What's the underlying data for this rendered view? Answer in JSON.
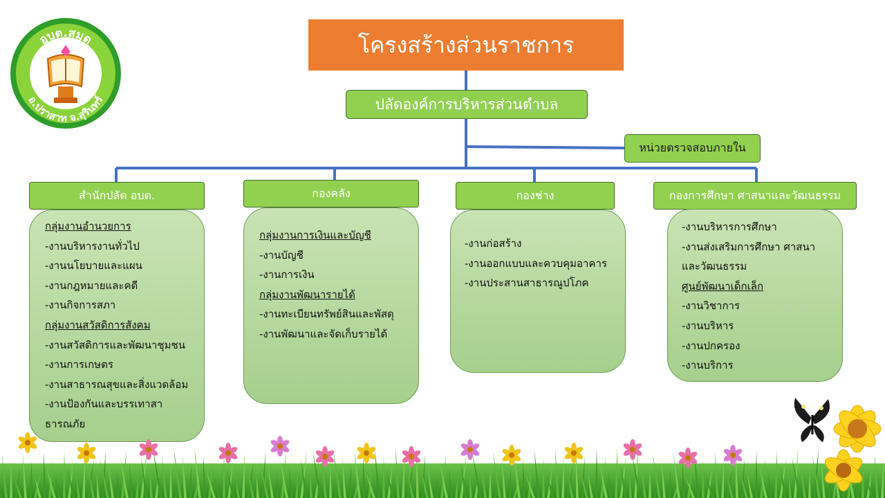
{
  "logo": {
    "top_text": "อบต.สมุด",
    "bottom_text": "อ.ปราสาท จ.สุรินทร์"
  },
  "title": "โครงสร้างส่วนราชการ",
  "chief": "ปลัดองค์การบริหารส่วนตำบล",
  "audit": "หน่วยตรวจสอบภายใน",
  "departments": [
    {
      "name": "สำนักปลัด อบต.",
      "lines": [
        {
          "text": "กลุ่มงานอำนวยการ",
          "underline": true
        },
        {
          "text": "-งานบริหารงานทั่วไป"
        },
        {
          "text": "-งานนโยบายและแผน"
        },
        {
          "text": "-งานกฎหมายและคดี"
        },
        {
          "text": "-งานกิจการสภา"
        },
        {
          "text": "กลุ่มงานสวัสดิการสังคม",
          "underline": true
        },
        {
          "text": "-งานสวัสดิการและพัฒนาชุมชน"
        },
        {
          "text": "-งานการเกษตร"
        },
        {
          "text": "-งานสาธารณสุขและสิ่งแวดล้อม"
        },
        {
          "text": "-งานป้องกันและบรรเทาสา"
        },
        {
          "text": "ธารณภัย"
        }
      ]
    },
    {
      "name": "กองคลัง",
      "lines": [
        {
          "text": "กลุ่มงานการเงินและบัญชี",
          "underline": true
        },
        {
          "text": "-งานบัญชี"
        },
        {
          "text": "-งานการเงิน"
        },
        {
          "text": "กลุ่มงานพัฒนารายได้",
          "underline": true
        },
        {
          "text": "-งานทะเบียนทรัพย์สินและพัสดุ"
        },
        {
          "text": "-งานพัฒนาและจัดเก็บรายได้"
        }
      ]
    },
    {
      "name": "กองช่าง",
      "lines": [
        {
          "text": "-งานก่อสร้าง"
        },
        {
          "text": "-งานออกแบบและควบคุมอาคาร"
        },
        {
          "text": "-งานประสานสาธารณูปโภค"
        }
      ]
    },
    {
      "name": "กองการศึกษา ศาสนาและวัฒนธรรม",
      "lines": [
        {
          "text": "-งานบริหารการศึกษา"
        },
        {
          "text": "-งานส่งเสริมการศึกษา ศาสนา"
        },
        {
          "text": "และวัฒนธรรม"
        },
        {
          "text": "ศูนย์พัฒนาเด็กเล็ก",
          "underline": true
        },
        {
          "text": "-งานวิชาการ"
        },
        {
          "text": "-งานบริหาร"
        },
        {
          "text": "-งานปกครอง"
        },
        {
          "text": "-งานบริการ"
        }
      ]
    }
  ],
  "colors": {
    "title_bg": "#ed7d31",
    "box_green": "#92d050",
    "connector": "#4472c4"
  }
}
